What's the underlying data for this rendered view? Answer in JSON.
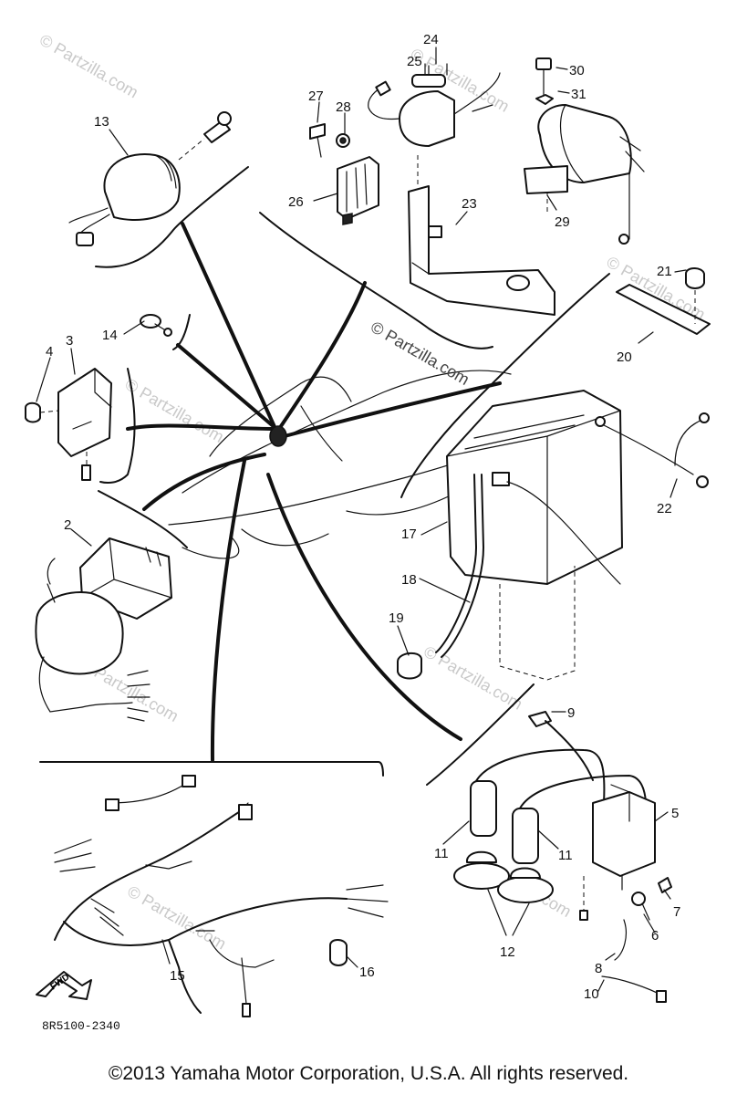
{
  "watermark": {
    "text": "© Partzilla.com",
    "center_text": "© Partzilla.com"
  },
  "parts": [
    {
      "id": "p13",
      "label": "13"
    },
    {
      "id": "p14",
      "label": "14"
    },
    {
      "id": "p3",
      "label": "3"
    },
    {
      "id": "p4",
      "label": "4"
    },
    {
      "id": "p2",
      "label": "2"
    },
    {
      "id": "p24",
      "label": "24"
    },
    {
      "id": "p25",
      "label": "25"
    },
    {
      "id": "p27",
      "label": "27"
    },
    {
      "id": "p28",
      "label": "28"
    },
    {
      "id": "p26",
      "label": "26"
    },
    {
      "id": "p23",
      "label": "23"
    },
    {
      "id": "p30",
      "label": "30"
    },
    {
      "id": "p31",
      "label": "31"
    },
    {
      "id": "p29",
      "label": "29"
    },
    {
      "id": "p21",
      "label": "21"
    },
    {
      "id": "p20",
      "label": "20"
    },
    {
      "id": "p17",
      "label": "17"
    },
    {
      "id": "p18",
      "label": "18"
    },
    {
      "id": "p19",
      "label": "19"
    },
    {
      "id": "p22",
      "label": "22"
    },
    {
      "id": "p9",
      "label": "9"
    },
    {
      "id": "p11a",
      "label": "11"
    },
    {
      "id": "p11b",
      "label": "11"
    },
    {
      "id": "p5",
      "label": "5"
    },
    {
      "id": "p12",
      "label": "12"
    },
    {
      "id": "p7",
      "label": "7"
    },
    {
      "id": "p6",
      "label": "6"
    },
    {
      "id": "p8",
      "label": "8"
    },
    {
      "id": "p10",
      "label": "10"
    },
    {
      "id": "p15",
      "label": "15"
    },
    {
      "id": "p16",
      "label": "16"
    }
  ],
  "fwd_label": "FWD",
  "diagram_code": "8R5100-2340",
  "copyright": "©2013  Yamaha Motor Corporation, U.S.A. All rights reserved."
}
